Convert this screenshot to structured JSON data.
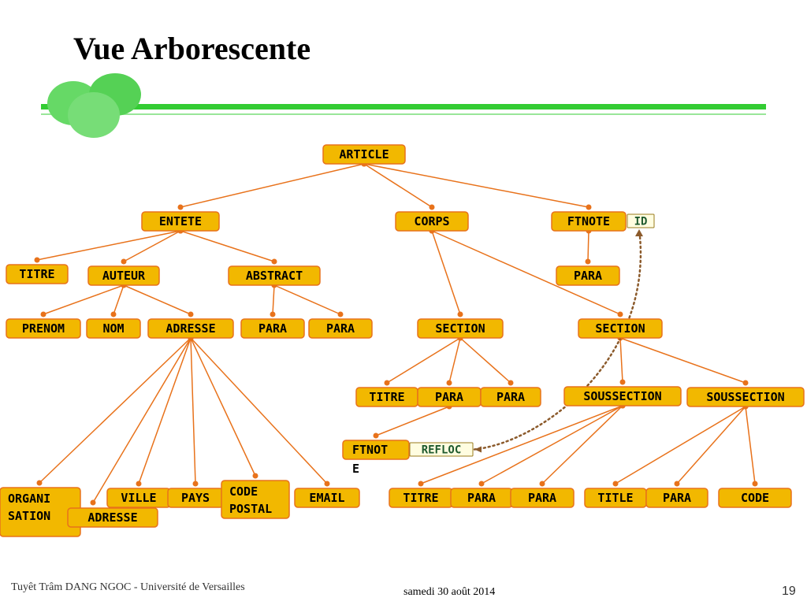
{
  "slide": {
    "title": "Vue Arborescente",
    "footer_author": "Tuyêt Trâm DANG NGOC - Université de Versailles",
    "footer_date": "samedi 30 août 2014",
    "page_number": "19"
  },
  "colors": {
    "node_fill": "#F2B800",
    "node_border": "#E8721B",
    "edge": "#E8721B",
    "attr_fill": "#FFFDE0",
    "attr_border": "#9A7B1C",
    "attr_text": "#1E5A2E",
    "ref_edge": "#8B5A2B",
    "green": "#33CC33"
  },
  "nodes": [
    {
      "id": "article",
      "label": "ARTICLE"
    },
    {
      "id": "entete",
      "label": "ENTETE"
    },
    {
      "id": "corps",
      "label": "CORPS"
    },
    {
      "id": "ftnote",
      "label": "FTNOTE"
    },
    {
      "id": "titre1",
      "label": "TITRE"
    },
    {
      "id": "auteur",
      "label": "AUTEUR"
    },
    {
      "id": "abstract",
      "label": "ABSTRACT"
    },
    {
      "id": "para_ft",
      "label": "PARA"
    },
    {
      "id": "prenom",
      "label": "PRENOM"
    },
    {
      "id": "nom",
      "label": "NOM"
    },
    {
      "id": "adresse",
      "label": "ADRESSE"
    },
    {
      "id": "para_a1",
      "label": "PARA"
    },
    {
      "id": "para_a2",
      "label": "PARA"
    },
    {
      "id": "section1",
      "label": "SECTION"
    },
    {
      "id": "section2",
      "label": "SECTION"
    },
    {
      "id": "titre2",
      "label": "TITRE"
    },
    {
      "id": "para_s1",
      "label": "PARA"
    },
    {
      "id": "para_s2",
      "label": "PARA"
    },
    {
      "id": "sous1",
      "label": "SOUSSECTION"
    },
    {
      "id": "sous2",
      "label": "SOUSSECTION"
    },
    {
      "id": "ftnot2",
      "label": [
        "FTNOT",
        "E"
      ]
    },
    {
      "id": "organi",
      "label": [
        "ORGANI",
        "SATION"
      ]
    },
    {
      "id": "adresse2",
      "label": "ADRESSE"
    },
    {
      "id": "ville",
      "label": "VILLE"
    },
    {
      "id": "pays",
      "label": "PAYS"
    },
    {
      "id": "codepostal",
      "label": [
        "CODE",
        "POSTAL"
      ]
    },
    {
      "id": "email",
      "label": "EMAIL"
    },
    {
      "id": "titre3",
      "label": "TITRE"
    },
    {
      "id": "para_t1",
      "label": "PARA"
    },
    {
      "id": "para_t2",
      "label": "PARA"
    },
    {
      "id": "title",
      "label": "TITLE"
    },
    {
      "id": "para_u1",
      "label": "PARA"
    },
    {
      "id": "code",
      "label": "CODE"
    }
  ],
  "attributes": [
    {
      "id": "attr_id",
      "label": "ID",
      "node": "ftnote"
    },
    {
      "id": "attr_refloc",
      "label": "REFLOC",
      "node": "ftnot2"
    }
  ],
  "edges": [
    [
      "article",
      "entete"
    ],
    [
      "article",
      "corps"
    ],
    [
      "article",
      "ftnote"
    ],
    [
      "entete",
      "titre1"
    ],
    [
      "entete",
      "auteur"
    ],
    [
      "entete",
      "abstract"
    ],
    [
      "ftnote",
      "para_ft"
    ],
    [
      "auteur",
      "prenom"
    ],
    [
      "auteur",
      "nom"
    ],
    [
      "auteur",
      "adresse"
    ],
    [
      "abstract",
      "para_a1"
    ],
    [
      "abstract",
      "para_a2"
    ],
    [
      "corps",
      "section1"
    ],
    [
      "corps",
      "section2"
    ],
    [
      "section1",
      "titre2"
    ],
    [
      "section1",
      "para_s1"
    ],
    [
      "section1",
      "para_s2"
    ],
    [
      "section2",
      "sous1"
    ],
    [
      "section2",
      "sous2"
    ],
    [
      "para_s1",
      "ftnot2"
    ],
    [
      "adresse",
      "organi"
    ],
    [
      "adresse",
      "adresse2"
    ],
    [
      "adresse",
      "ville"
    ],
    [
      "adresse",
      "pays"
    ],
    [
      "adresse",
      "codepostal"
    ],
    [
      "adresse",
      "email"
    ],
    [
      "sous1",
      "titre3"
    ],
    [
      "sous1",
      "para_t1"
    ],
    [
      "sous1",
      "para_t2"
    ],
    [
      "sous2",
      "title"
    ],
    [
      "sous2",
      "para_u1"
    ],
    [
      "sous2",
      "code"
    ]
  ],
  "reference": {
    "from": "attr_refloc",
    "to": "attr_id"
  }
}
